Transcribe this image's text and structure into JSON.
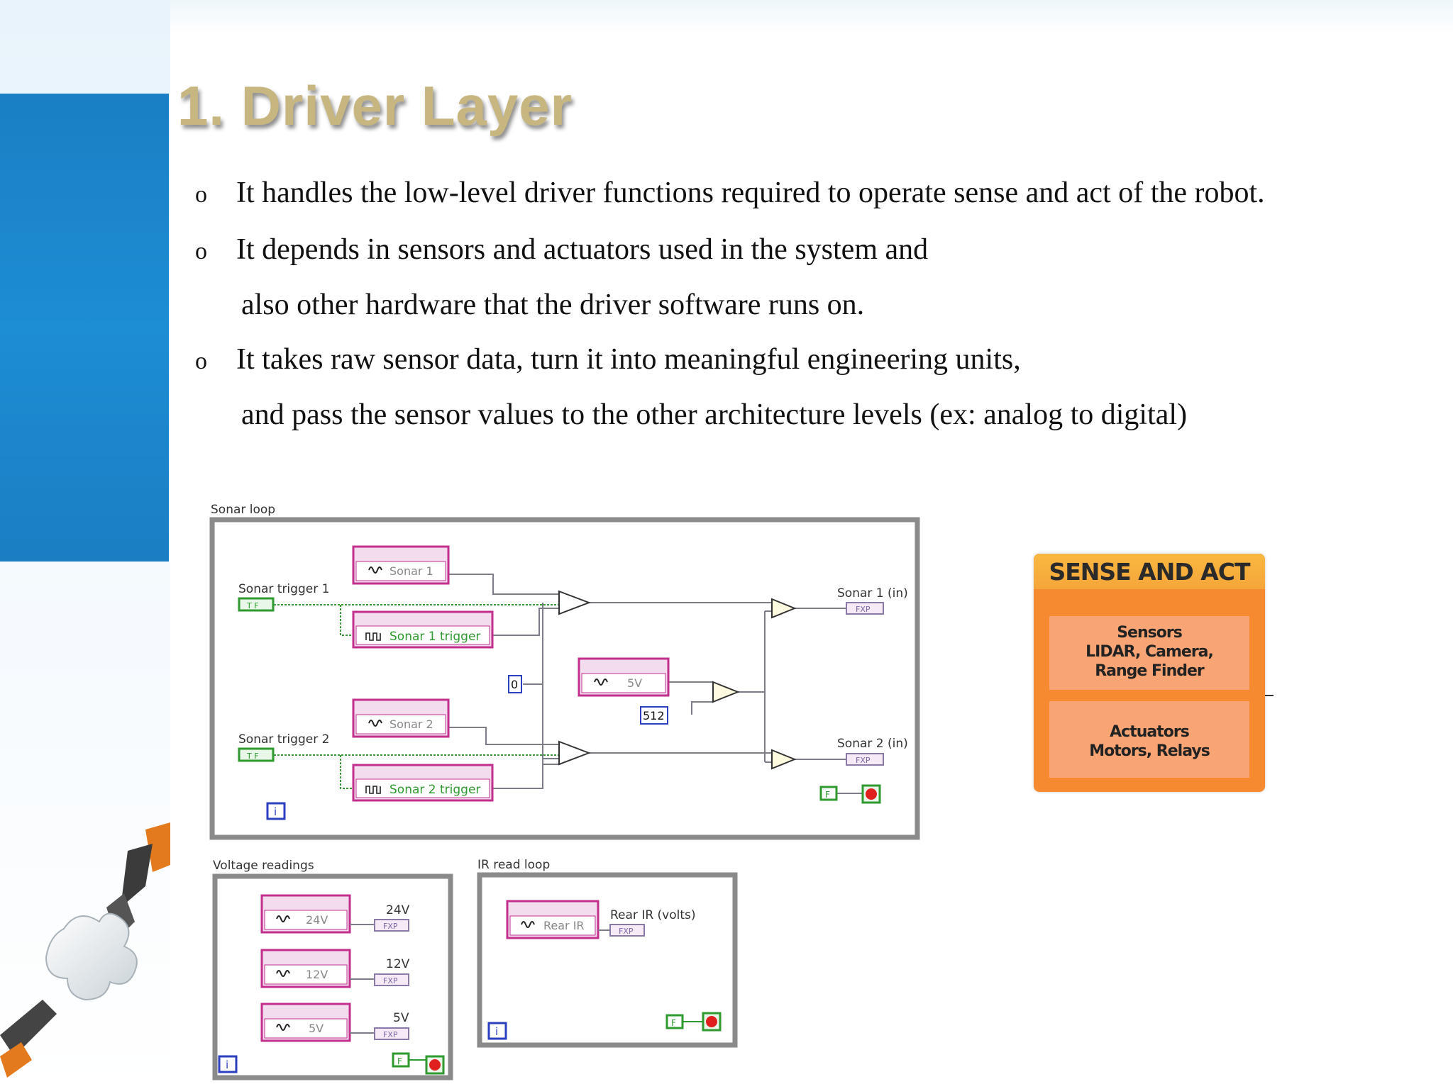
{
  "slide": {
    "title": "1. Driver Layer",
    "bullet_mark": "o",
    "bullets": [
      {
        "text": "It handles the low-level driver functions required to operate sense and act of the robot."
      },
      {
        "text": "It depends in sensors and actuators used in the system and",
        "cont": "also other hardware that the driver software runs on."
      },
      {
        "text": "It takes raw sensor data, turn it into meaningful engineering units,",
        "cont": "and pass the sensor values to the other architecture levels (ex: analog  to digital)"
      }
    ]
  },
  "diagram": {
    "sonar_loop": {
      "label": "Sonar loop",
      "trigger1": "Sonar trigger 1",
      "trigger2": "Sonar trigger 2",
      "bool_const": "T F",
      "sonar1": "Sonar 1",
      "sonar1_trigger": "Sonar 1 trigger",
      "sonar2": "Sonar 2",
      "sonar2_trigger": "Sonar 2 trigger",
      "zero_const": "0",
      "v5": "5V",
      "c512": "512",
      "out1": "Sonar 1 (in)",
      "out2": "Sonar 2 (in)",
      "fxp": "FXP",
      "iter": "i",
      "stop_f": "F"
    },
    "voltage": {
      "label": "Voltage readings",
      "items": [
        "24V",
        "12V",
        "5V"
      ],
      "outs": [
        "24V",
        "12V",
        "5V"
      ],
      "fxp": "FXP",
      "iter": "i",
      "stop_f": "F"
    },
    "ir": {
      "label": "IR read loop",
      "rear": "Rear IR",
      "out": "Rear IR (volts)",
      "fxp": "FXP",
      "iter": "i",
      "stop_f": "F"
    }
  },
  "sense_and_act": {
    "title": "SENSE AND ACT",
    "sensors": [
      "Sensors",
      "LIDAR, Camera,",
      "Range Finder"
    ],
    "actuators": [
      "Actuators",
      "Motors, Relays"
    ]
  },
  "colors": {
    "blue_band": "#1a7fc4",
    "title_gold": "#c7b680",
    "labview_pink": "#c2308c",
    "labview_green": "#2f9a2f",
    "orange": "#f58a30"
  }
}
